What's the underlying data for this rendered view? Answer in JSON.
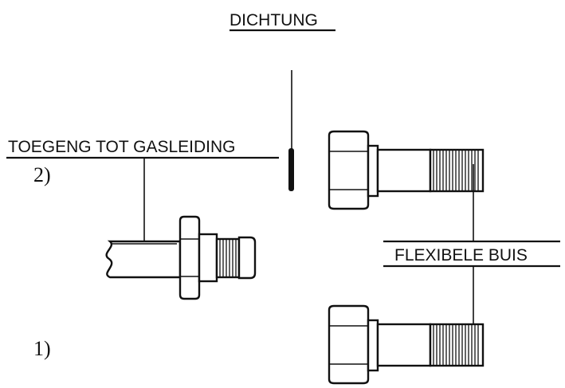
{
  "labels": {
    "seal": "DICHTUNG",
    "gas_access": "TOEGENG TOT GASLEIDING",
    "flex_hose": "FLEXIBELE BUIS",
    "step_two": "2)",
    "step_one": "1)"
  }
}
